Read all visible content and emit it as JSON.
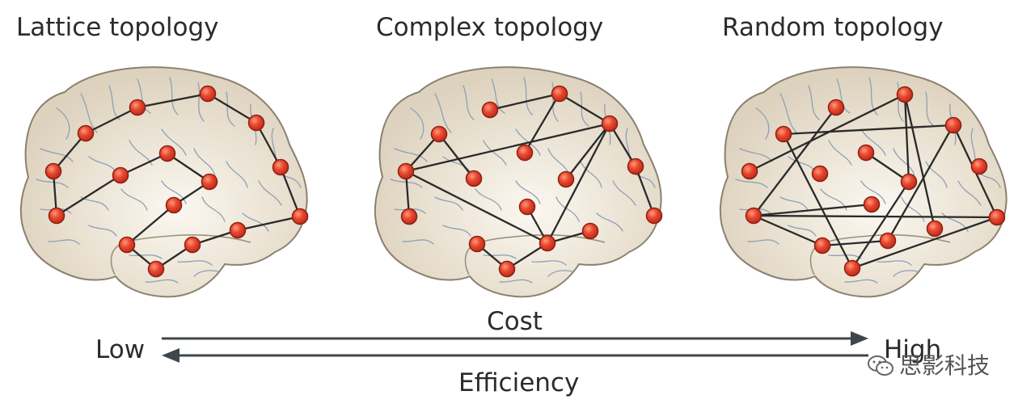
{
  "titles": {
    "lattice": "Lattice topology",
    "complex": "Complex topology",
    "random": "Random topology"
  },
  "scale": {
    "low": "Low",
    "high": "High",
    "cost": "Cost",
    "efficiency": "Efficiency"
  },
  "watermark": "思影科技",
  "colors": {
    "brain_fill": "#e3dac8",
    "brain_highlight": "#fbf8f1",
    "brain_outline": "#8c8070",
    "sulci": "#8ea0b6",
    "node_fill": "#e2452d",
    "node_stroke": "#8f1f10",
    "edge": "#2a2a2a",
    "arrow": "#3f474b"
  }
}
